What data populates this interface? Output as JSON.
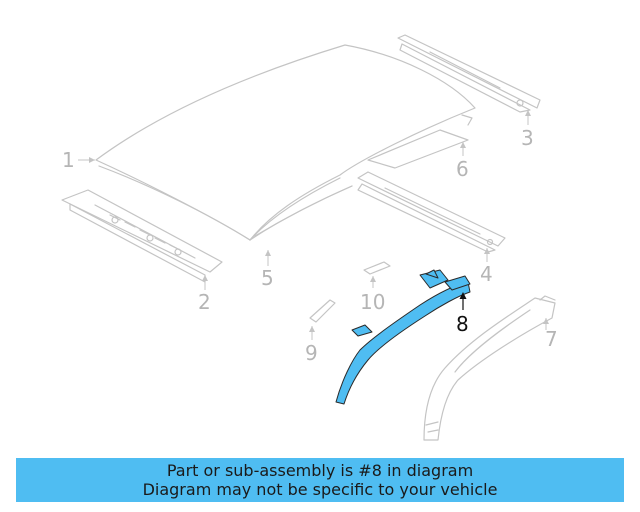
{
  "callouts": [
    {
      "id": "c1",
      "label": "1"
    },
    {
      "id": "c2",
      "label": "2"
    },
    {
      "id": "c3",
      "label": "3"
    },
    {
      "id": "c4",
      "label": "4"
    },
    {
      "id": "c5",
      "label": "5"
    },
    {
      "id": "c6",
      "label": "6"
    },
    {
      "id": "c7",
      "label": "7"
    },
    {
      "id": "c8",
      "label": "8"
    },
    {
      "id": "c9",
      "label": "9"
    },
    {
      "id": "c10",
      "label": "10"
    }
  ],
  "highlighted_part": "8",
  "colors": {
    "highlight_fill": "#4fbdf2",
    "outline": "#c8c8c8",
    "banner": "#4fbdf2"
  },
  "banner": {
    "line1": "Part or sub-assembly is #8 in diagram",
    "line2": "Diagram may not be specific to your vehicle"
  }
}
